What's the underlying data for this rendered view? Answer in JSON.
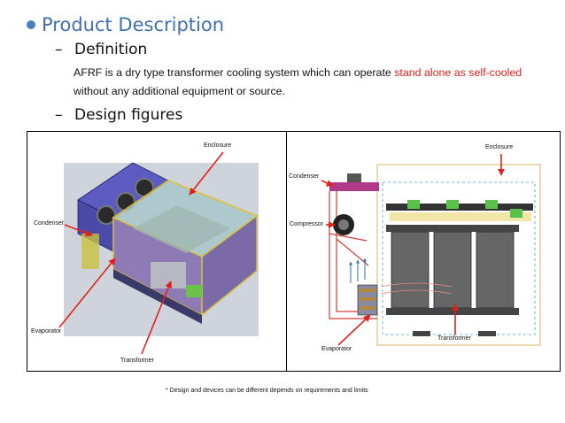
{
  "heading": "Product Description",
  "sections": {
    "definition": {
      "dash": "–",
      "title": "Definition"
    },
    "design": {
      "dash": "–",
      "title": "Design figures"
    }
  },
  "definition_text": {
    "part1": "AFRF is a dry type transformer cooling system which can operate ",
    "highlight": "stand alone as self-cooled",
    "part2": "without any additional equipment or source."
  },
  "figure_left": {
    "enclosure": "Enclosure",
    "condenser": "Condenser",
    "evaporator": "Evaporator",
    "transformer": "Transformer"
  },
  "figure_right": {
    "enclosure": "Enclosure",
    "condenser": "Condenser",
    "compressor": "Compressor",
    "evaporator": "Evaporator",
    "transformer": "Transformer"
  },
  "footnote": "* Design and devices can be different depends on requirements and limits",
  "colors": {
    "heading": "#3f6fb0",
    "bullet": "#4a7fc0",
    "highlight": "#e0211b",
    "arrow": "#e0211b"
  }
}
